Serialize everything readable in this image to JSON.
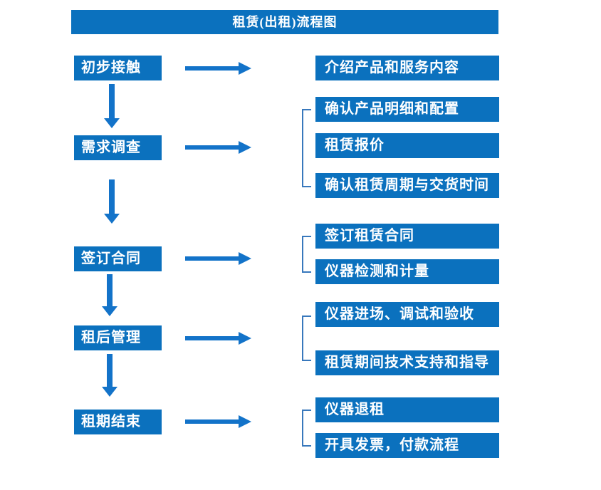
{
  "title": "租赁(出租)流程图",
  "colors": {
    "primary": "#0B71BE",
    "arrow": "#1373C9",
    "bracket": "#3878BC",
    "box_text": "#FFFFFF"
  },
  "groups": [
    {
      "step": "初步接触",
      "items": [
        "介绍产品和服务内容"
      ]
    },
    {
      "step": "需求调查",
      "items": [
        "确认产品明细和配置",
        "租赁报价",
        "确认租赁周期与交货时间"
      ]
    },
    {
      "step": "签订合同",
      "items": [
        "签订租赁合同",
        "仪器检测和计量"
      ]
    },
    {
      "step": "租后管理",
      "items": [
        "仪器进场、调试和验收",
        "租赁期间技术支持和指导"
      ]
    },
    {
      "step": "租期结束",
      "items": [
        "仪器退租",
        "开具发票，付款流程"
      ]
    }
  ]
}
